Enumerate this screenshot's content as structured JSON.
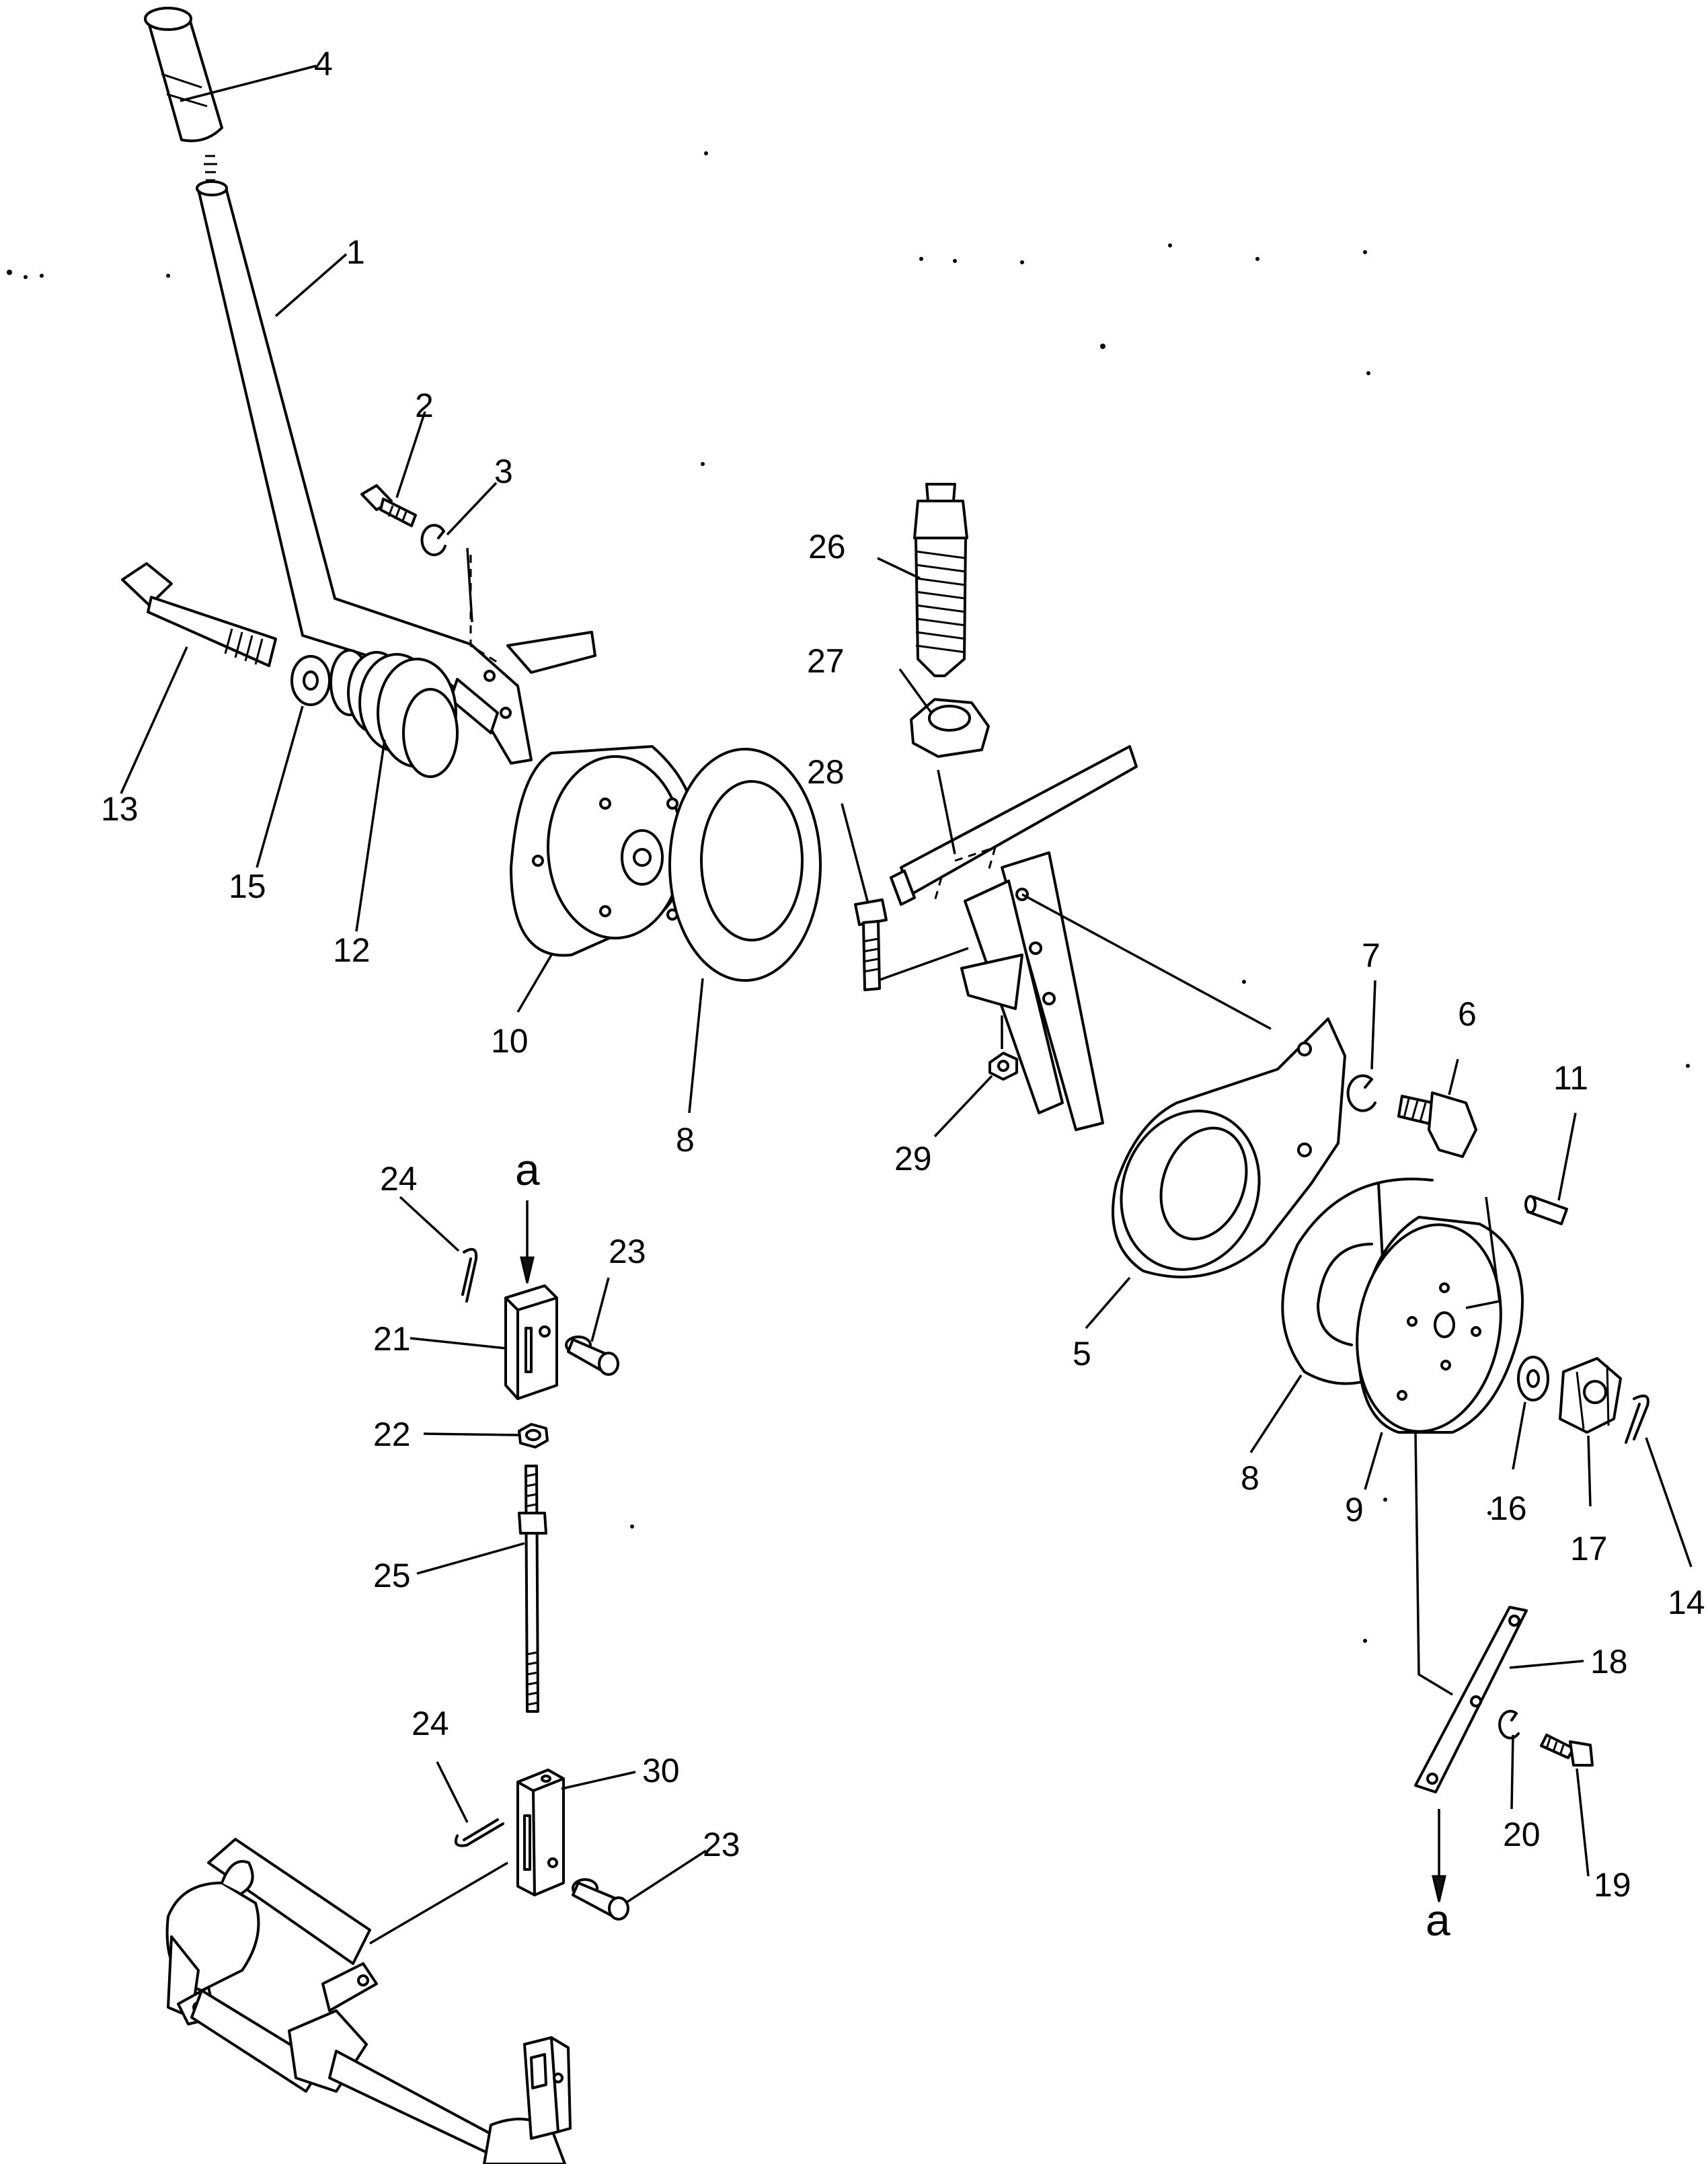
{
  "diagram": {
    "callouts": {
      "c1": "1",
      "c2": "2",
      "c3": "3",
      "c4": "4",
      "c5": "5",
      "c6": "6",
      "c7": "7",
      "c8a": "8",
      "c8b": "8",
      "c9": "9",
      "c10": "10",
      "c11": "11",
      "c12": "12",
      "c13": "13",
      "c14": "14",
      "c15": "15",
      "c16": "16",
      "c17": "17",
      "c18": "18",
      "c19": "19",
      "c20": "20",
      "c21": "21",
      "c22": "22",
      "c23a": "23",
      "c23b": "23",
      "c24a": "24",
      "c24b": "24",
      "c25": "25",
      "c26": "26",
      "c27": "27",
      "c28": "28",
      "c29": "29",
      "c30": "30"
    },
    "connectors": {
      "top": "a",
      "bottom": "a"
    }
  }
}
